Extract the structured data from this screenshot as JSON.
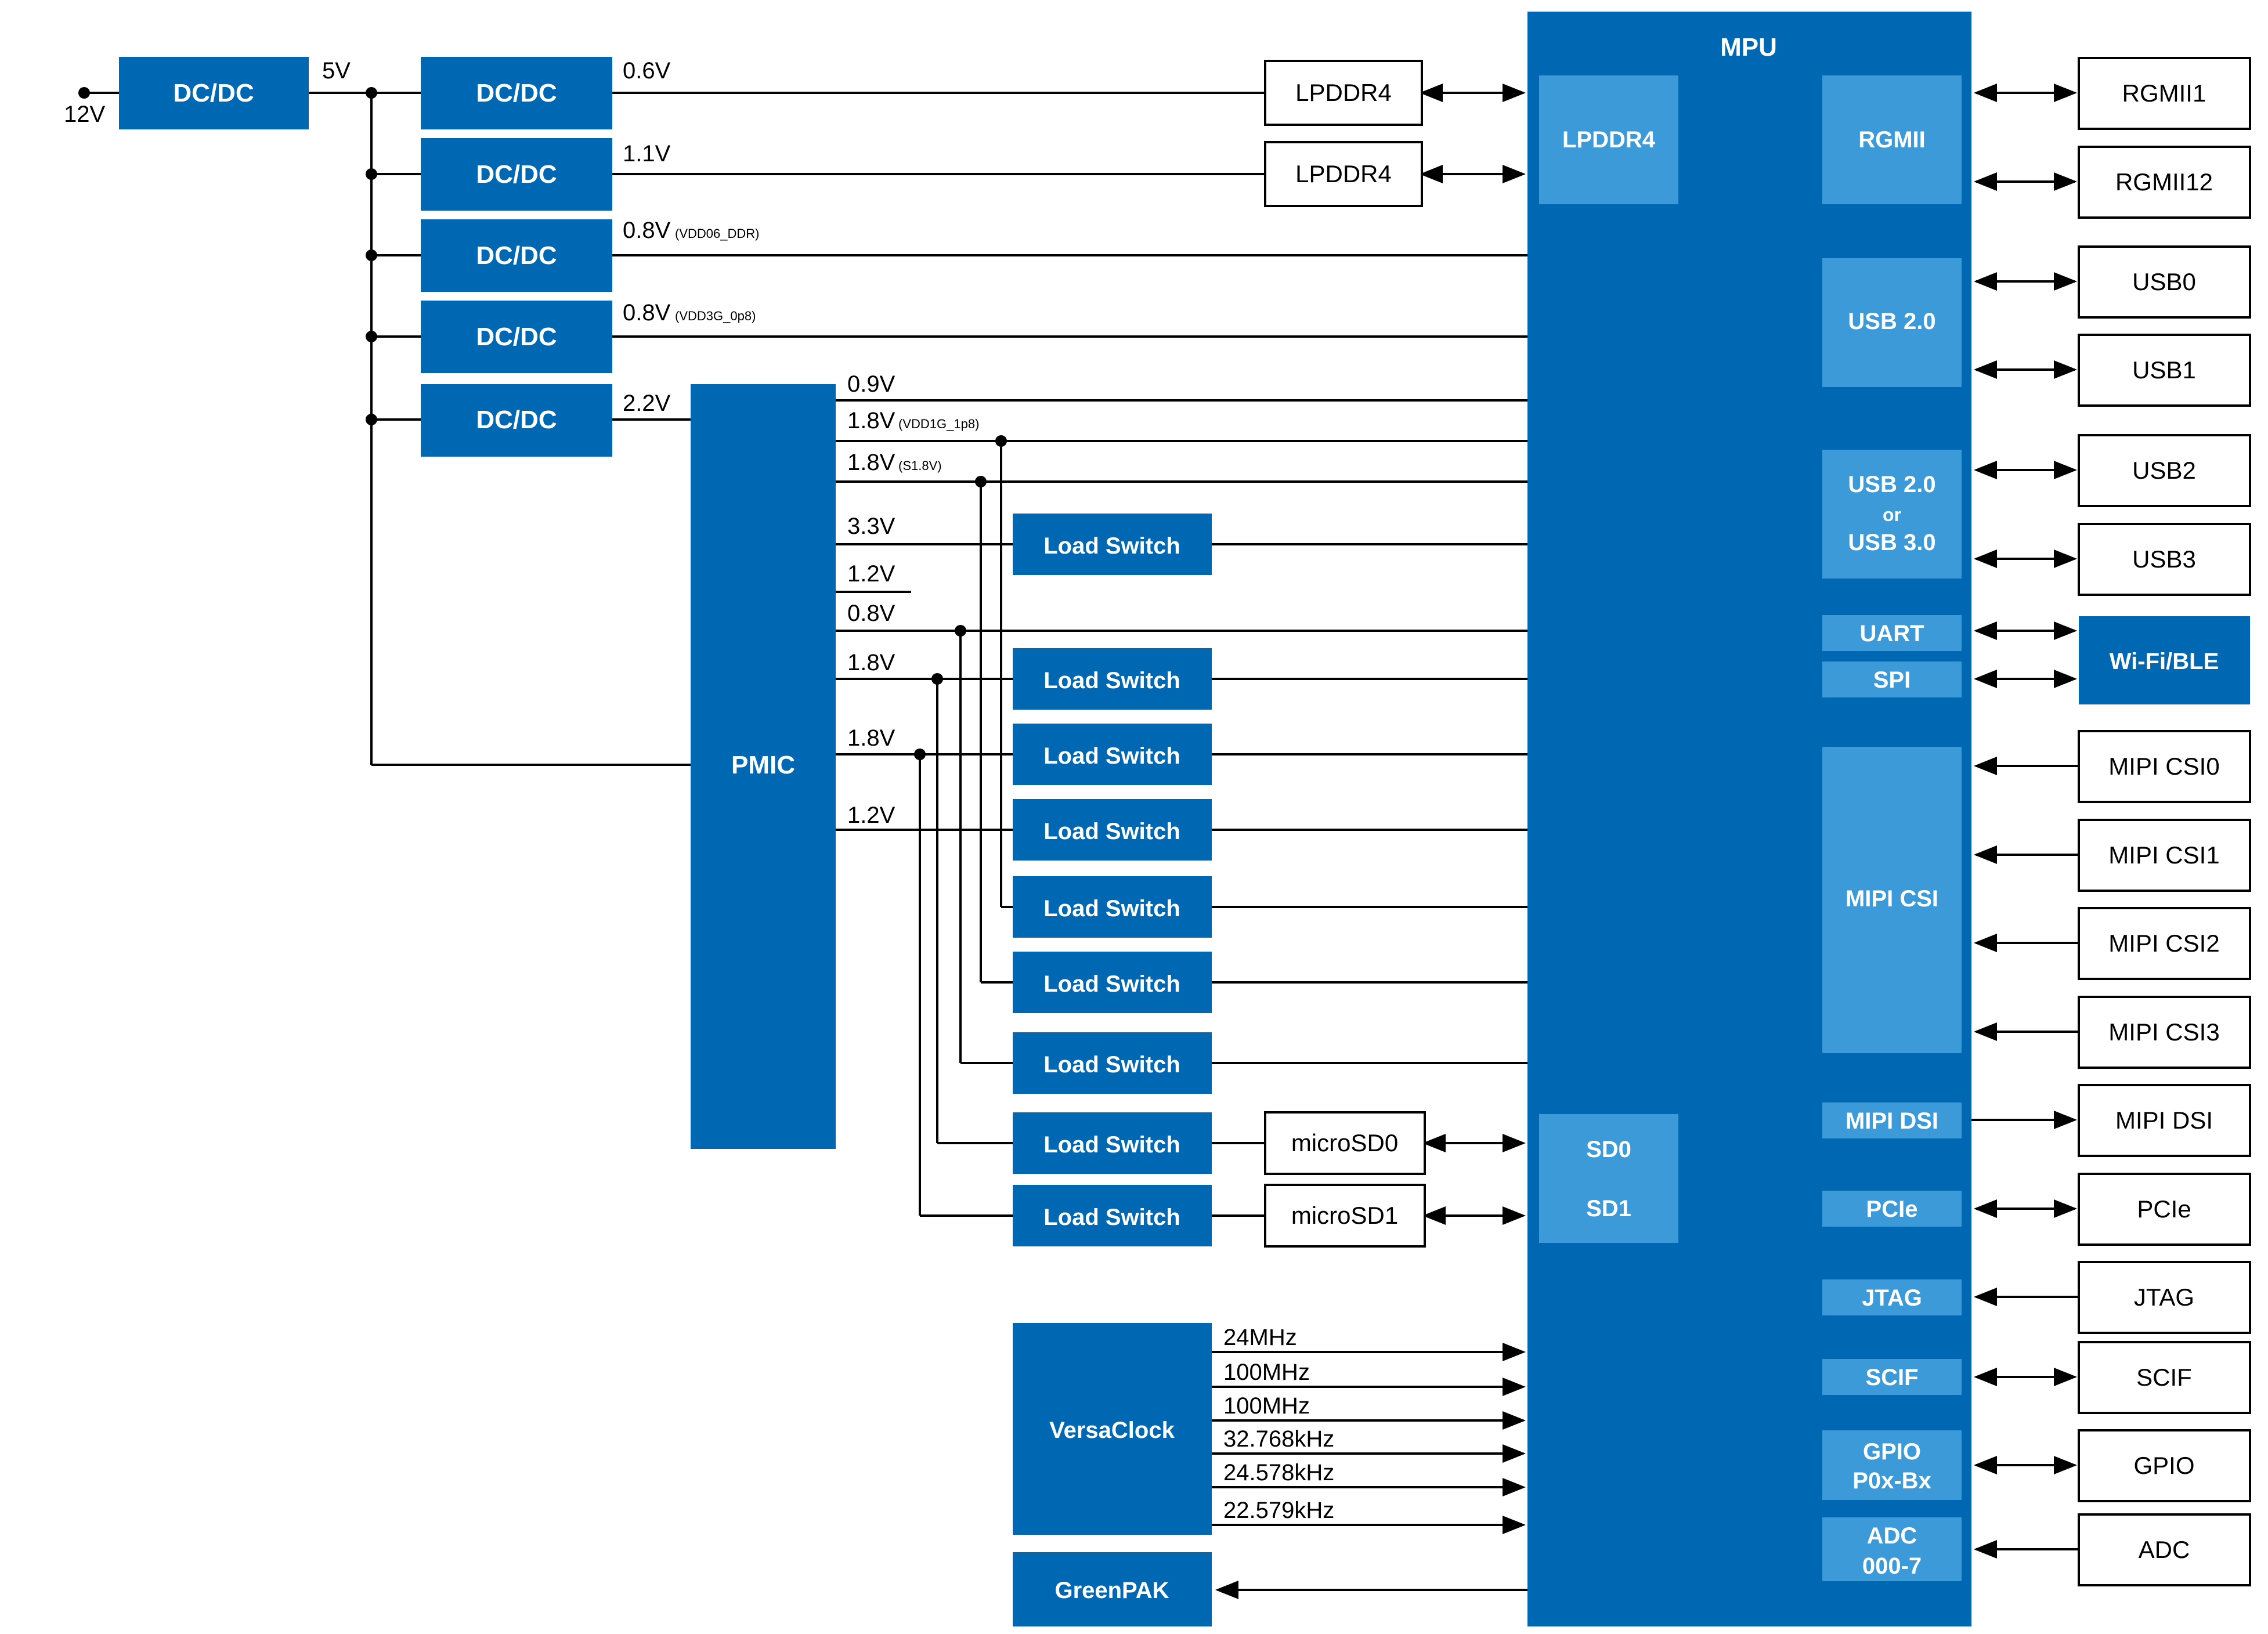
{
  "colors": {
    "block": "#0068b3",
    "sub_block": "#3d9ad8",
    "line": "#000000",
    "background": "#ffffff"
  },
  "power_in": {
    "label_12v": "12V",
    "label_5v": "5V",
    "dcdc_label": "DC/DC"
  },
  "dcdc_converters": [
    {
      "label": "DC/DC",
      "voltage": "0.6V",
      "subscript": ""
    },
    {
      "label": "DC/DC",
      "voltage": "1.1V",
      "subscript": ""
    },
    {
      "label": "DC/DC",
      "voltage": "0.8V",
      "subscript": "(VDD06_DDR)"
    },
    {
      "label": "DC/DC",
      "voltage": "0.8V",
      "subscript": "(VDD3G_0p8)"
    },
    {
      "label": "DC/DC",
      "voltage": "2.2V",
      "subscript": ""
    }
  ],
  "memory": [
    {
      "label": "LPDDR4"
    },
    {
      "label": "LPDDR4"
    }
  ],
  "pmic": {
    "label": "PMIC",
    "rails": [
      {
        "voltage": "0.9V",
        "subscript": ""
      },
      {
        "voltage": "1.8V",
        "subscript": "(VDD1G_1p8)"
      },
      {
        "voltage": "1.8V",
        "subscript": "(S1.8V)"
      },
      {
        "voltage": "3.3V",
        "subscript": ""
      },
      {
        "voltage": "1.2V",
        "subscript": ""
      },
      {
        "voltage": "0.8V",
        "subscript": ""
      },
      {
        "voltage": "1.8V",
        "subscript": ""
      },
      {
        "voltage": "1.8V",
        "subscript": ""
      },
      {
        "voltage": "1.2V",
        "subscript": ""
      }
    ]
  },
  "load_switch_label": "Load Switch",
  "sd_cards": [
    {
      "label": "microSD0"
    },
    {
      "label": "microSD1"
    }
  ],
  "versaclock": {
    "label": "VersaClock",
    "clocks": [
      "24MHz",
      "100MHz",
      "100MHz",
      "32.768kHz",
      "24.578kHz",
      "22.579kHz"
    ]
  },
  "greenpak": {
    "label": "GreenPAK"
  },
  "mpu": {
    "title": "MPU",
    "blocks": {
      "lpddr4": "LPDDR4",
      "rgmii": "RGMII",
      "usb20": "USB 2.0",
      "usb_combo": [
        "USB 2.0",
        "or",
        "USB 3.0"
      ],
      "uart": "UART",
      "spi": "SPI",
      "mipi_csi": "MIPI CSI",
      "mipi_dsi": "MIPI DSI",
      "pcie": "PCIe",
      "jtag": "JTAG",
      "scif": "SCIF",
      "gpio": [
        "GPIO",
        "P0x-Bx"
      ],
      "adc": [
        "ADC",
        "000-7"
      ],
      "sd0": "SD0",
      "sd1": "SD1"
    }
  },
  "peripherals": {
    "rgmii1": "RGMII1",
    "rgmii12": "RGMII12",
    "usb0": "USB0",
    "usb1": "USB1",
    "usb2": "USB2",
    "usb3": "USB3",
    "wifi": "Wi-Fi/BLE",
    "csi0": "MIPI CSI0",
    "csi1": "MIPI CSI1",
    "csi2": "MIPI CSI2",
    "csi3": "MIPI CSI3",
    "dsi": "MIPI DSI",
    "pcie": "PCIe",
    "jtag": "JTAG",
    "scif": "SCIF",
    "gpio": "GPIO",
    "adc": "ADC"
  }
}
